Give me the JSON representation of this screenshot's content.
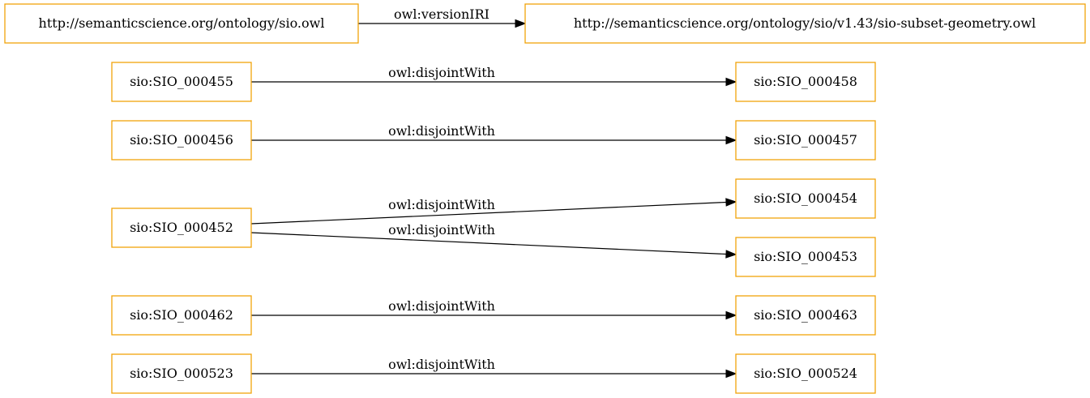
{
  "nodes": {
    "n_sio": "http://semanticscience.org/ontology/sio.owl",
    "n_geom": "http://semanticscience.org/ontology/sio/v1.43/sio-subset-geometry.owl",
    "n455": "sio:SIO_000455",
    "n458": "sio:SIO_000458",
    "n456": "sio:SIO_000456",
    "n457": "sio:SIO_000457",
    "n452": "sio:SIO_000452",
    "n454": "sio:SIO_000454",
    "n453": "sio:SIO_000453",
    "n462": "sio:SIO_000462",
    "n463": "sio:SIO_000463",
    "n523": "sio:SIO_000523",
    "n524": "sio:SIO_000524"
  },
  "edges": [
    {
      "from": "n_sio",
      "to": "n_geom",
      "label": "owl:versionIRI"
    },
    {
      "from": "n455",
      "to": "n458",
      "label": "owl:disjointWith"
    },
    {
      "from": "n456",
      "to": "n457",
      "label": "owl:disjointWith"
    },
    {
      "from": "n452",
      "to": "n454",
      "label": "owl:disjointWith"
    },
    {
      "from": "n452",
      "to": "n453",
      "label": "owl:disjointWith"
    },
    {
      "from": "n462",
      "to": "n463",
      "label": "owl:disjointWith"
    },
    {
      "from": "n523",
      "to": "n524",
      "label": "owl:disjointWith"
    }
  ],
  "colors": {
    "node_border": "#f0a30a",
    "edge": "#000000",
    "text": "#000000"
  }
}
